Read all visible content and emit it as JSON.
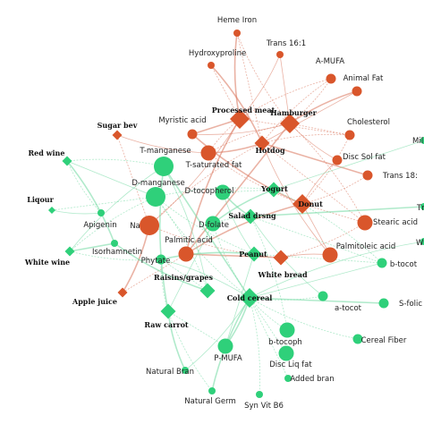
{
  "colors": {
    "harmful": "#d9562b",
    "harmful_edge": "#d9735a",
    "healthy": "#2fd07a",
    "healthy_edge": "#6fd9a0",
    "label": "#222222"
  },
  "network": {
    "nodes": [
      {
        "id": "heme-iron",
        "label": "Heme Iron",
        "group": "harmful",
        "shape": "circle",
        "size": "xs"
      },
      {
        "id": "trans-16-1",
        "label": "Trans 16:1",
        "group": "harmful",
        "shape": "circle",
        "size": "xs"
      },
      {
        "id": "hydroxyproline",
        "label": "Hydroxyproline",
        "group": "harmful",
        "shape": "circle",
        "size": "xs"
      },
      {
        "id": "a-mufa",
        "label": "A-MUFA",
        "group": "harmful",
        "shape": "circle",
        "size": "s"
      },
      {
        "id": "animal-fat",
        "label": "Animal Fat",
        "group": "harmful",
        "shape": "circle",
        "size": "s"
      },
      {
        "id": "processed-meat",
        "label": "Processed meat",
        "group": "harmful",
        "shape": "diamond",
        "size": "l",
        "type": "food"
      },
      {
        "id": "hamburger",
        "label": "Hamburger",
        "group": "harmful",
        "shape": "diamond",
        "size": "l",
        "type": "food"
      },
      {
        "id": "myristic-acid",
        "label": "Myristic acid",
        "group": "harmful",
        "shape": "circle",
        "size": "s"
      },
      {
        "id": "cholesterol",
        "label": "Cholesterol",
        "group": "harmful",
        "shape": "circle",
        "size": "s"
      },
      {
        "id": "sugar-bev",
        "label": "Sugar bev",
        "group": "harmful",
        "shape": "diamond",
        "size": "s",
        "type": "food"
      },
      {
        "id": "hotdog",
        "label": "Hotdog",
        "group": "harmful",
        "shape": "diamond",
        "size": "m",
        "type": "food"
      },
      {
        "id": "t-saturated-fat",
        "label": "T-saturated fat",
        "group": "harmful",
        "shape": "circle",
        "size": "m"
      },
      {
        "id": "disc-sol-fat",
        "label": "Disc Sol fat",
        "group": "harmful",
        "shape": "circle",
        "size": "s"
      },
      {
        "id": "trans-18",
        "label": "Trans 18:",
        "group": "harmful",
        "shape": "circle",
        "size": "s"
      },
      {
        "id": "donut",
        "label": "Donut",
        "group": "harmful",
        "shape": "diamond",
        "size": "l",
        "type": "food"
      },
      {
        "id": "na",
        "label": "Na",
        "group": "harmful",
        "shape": "circle",
        "size": "l"
      },
      {
        "id": "stearic-acid",
        "label": "Stearic acid",
        "group": "harmful",
        "shape": "circle",
        "size": "m"
      },
      {
        "id": "palmitic-acid",
        "label": "Palmitic acid",
        "group": "harmful",
        "shape": "circle",
        "size": "m"
      },
      {
        "id": "palmitoleic-acid",
        "label": "Palmitoleic acid",
        "group": "harmful",
        "shape": "circle",
        "size": "m"
      },
      {
        "id": "white-bread",
        "label": "White bread",
        "group": "harmful",
        "shape": "diamond",
        "size": "m",
        "type": "food"
      },
      {
        "id": "apple-juice",
        "label": "Apple juice",
        "group": "harmful",
        "shape": "diamond",
        "size": "s",
        "type": "food"
      },
      {
        "id": "mil",
        "label": "Mil",
        "group": "healthy",
        "shape": "circle",
        "size": "xs"
      },
      {
        "id": "red-wine",
        "label": "Red wine",
        "group": "healthy",
        "shape": "diamond",
        "size": "s",
        "type": "food"
      },
      {
        "id": "t-manganese",
        "label": "T-manganese",
        "group": "healthy",
        "shape": "circle",
        "size": "l"
      },
      {
        "id": "d-manganese",
        "label": "D-manganese",
        "group": "healthy",
        "shape": "circle",
        "size": "l"
      },
      {
        "id": "d-tocopherol",
        "label": "D-tocopherol",
        "group": "healthy",
        "shape": "circle",
        "size": "m"
      },
      {
        "id": "yogurt",
        "label": "Yogurt",
        "group": "healthy",
        "shape": "diamond",
        "size": "m",
        "type": "food"
      },
      {
        "id": "liqour",
        "label": "Liqour",
        "group": "healthy",
        "shape": "diamond",
        "size": "xs",
        "type": "food"
      },
      {
        "id": "apigenin",
        "label": "Apigenin",
        "group": "healthy",
        "shape": "circle",
        "size": "xs"
      },
      {
        "id": "salad-drsng",
        "label": "Salad drsng",
        "group": "healthy",
        "shape": "diamond",
        "size": "m",
        "type": "food"
      },
      {
        "id": "d-folate",
        "label": "D-folate",
        "group": "healthy",
        "shape": "circle",
        "size": "m"
      },
      {
        "id": "white-wine",
        "label": "White wine",
        "group": "healthy",
        "shape": "diamond",
        "size": "s",
        "type": "food"
      },
      {
        "id": "isorhamnetin",
        "label": "Isorhamnetin",
        "group": "healthy",
        "shape": "circle",
        "size": "xs"
      },
      {
        "id": "phytate",
        "label": "Phytate",
        "group": "healthy",
        "shape": "circle",
        "size": "s"
      },
      {
        "id": "peanut",
        "label": "Peanut",
        "group": "healthy",
        "shape": "diamond",
        "size": "m",
        "type": "food"
      },
      {
        "id": "b-tocot",
        "label": "b-tocot",
        "group": "healthy",
        "shape": "circle",
        "size": "s"
      },
      {
        "id": "raisins-grapes",
        "label": "Raisins/grapes",
        "group": "healthy",
        "shape": "diamond",
        "size": "m",
        "type": "food"
      },
      {
        "id": "cold-cereal",
        "label": "Cold cereal",
        "group": "healthy",
        "shape": "diamond",
        "size": "l",
        "type": "food"
      },
      {
        "id": "a-tocot",
        "label": "a-tocot",
        "group": "healthy",
        "shape": "circle",
        "size": "s"
      },
      {
        "id": "s-folic-acid",
        "label": "S-folic a",
        "group": "healthy",
        "shape": "circle",
        "size": "s"
      },
      {
        "id": "raw-carrot",
        "label": "Raw carrot",
        "group": "healthy",
        "shape": "diamond",
        "size": "m",
        "type": "food"
      },
      {
        "id": "b-tocoph",
        "label": "b-tocoph",
        "group": "healthy",
        "shape": "circle",
        "size": "m"
      },
      {
        "id": "cereal-fiber",
        "label": "Cereal Fiber",
        "group": "healthy",
        "shape": "circle",
        "size": "s"
      },
      {
        "id": "p-mufa",
        "label": "P-MUFA",
        "group": "healthy",
        "shape": "circle",
        "size": "m"
      },
      {
        "id": "disc-liq-fat",
        "label": "Disc Liq fat",
        "group": "healthy",
        "shape": "circle",
        "size": "m"
      },
      {
        "id": "natural-bran",
        "label": "Natural Bran",
        "group": "healthy",
        "shape": "circle",
        "size": "xs"
      },
      {
        "id": "added-bran",
        "label": "Added bran",
        "group": "healthy",
        "shape": "circle",
        "size": "xs"
      },
      {
        "id": "natural-germ",
        "label": "Natural Germ",
        "group": "healthy",
        "shape": "circle",
        "size": "xs"
      },
      {
        "id": "syn-vit-b6",
        "label": "Syn Vit B6",
        "group": "healthy",
        "shape": "circle",
        "size": "xs"
      },
      {
        "id": "wh",
        "label": "Wh",
        "group": "healthy",
        "shape": "circle",
        "size": "xs"
      },
      {
        "id": "tn",
        "label": "Tn",
        "group": "healthy",
        "shape": "circle",
        "size": "xs"
      }
    ],
    "edges": [
      [
        "processed-meat",
        "heme-iron"
      ],
      [
        "processed-meat",
        "hydroxyproline"
      ],
      [
        "processed-meat",
        "trans-16-1"
      ],
      [
        "processed-meat",
        "a-mufa"
      ],
      [
        "processed-meat",
        "myristic-acid"
      ],
      [
        "processed-meat",
        "t-saturated-fat"
      ],
      [
        "processed-meat",
        "na"
      ],
      [
        "processed-meat",
        "cholesterol"
      ],
      [
        "processed-meat",
        "palmitic-acid"
      ],
      [
        "hamburger",
        "heme-iron"
      ],
      [
        "hamburger",
        "trans-16-1"
      ],
      [
        "hamburger",
        "a-mufa"
      ],
      [
        "hamburger",
        "animal-fat"
      ],
      [
        "hamburger",
        "cholesterol"
      ],
      [
        "hamburger",
        "disc-sol-fat"
      ],
      [
        "hamburger",
        "stearic-acid"
      ],
      [
        "hamburger",
        "palmitic-acid"
      ],
      [
        "hamburger",
        "t-saturated-fat"
      ],
      [
        "hamburger",
        "myristic-acid"
      ],
      [
        "hotdog",
        "heme-iron"
      ],
      [
        "hotdog",
        "hydroxyproline"
      ],
      [
        "hotdog",
        "a-mufa"
      ],
      [
        "hotdog",
        "animal-fat"
      ],
      [
        "hotdog",
        "na"
      ],
      [
        "hotdog",
        "t-saturated-fat"
      ],
      [
        "hotdog",
        "stearic-acid"
      ],
      [
        "hotdog",
        "palmitoleic-acid"
      ],
      [
        "hotdog",
        "cholesterol"
      ],
      [
        "hotdog",
        "trans-18"
      ],
      [
        "donut",
        "trans-18"
      ],
      [
        "donut",
        "disc-sol-fat"
      ],
      [
        "donut",
        "stearic-acid"
      ],
      [
        "donut",
        "palmitic-acid"
      ],
      [
        "donut",
        "t-saturated-fat"
      ],
      [
        "donut",
        "palmitoleic-acid"
      ],
      [
        "donut",
        "cholesterol"
      ],
      [
        "donut",
        "myristic-acid"
      ],
      [
        "sugar-bev",
        "na"
      ],
      [
        "sugar-bev",
        "t-saturated-fat"
      ],
      [
        "white-bread",
        "na"
      ],
      [
        "white-bread",
        "palmitic-acid"
      ],
      [
        "white-bread",
        "stearic-acid"
      ],
      [
        "white-bread",
        "palmitoleic-acid"
      ],
      [
        "apple-juice",
        "palmitic-acid"
      ],
      [
        "apple-juice",
        "na"
      ],
      [
        "red-wine",
        "t-manganese"
      ],
      [
        "red-wine",
        "d-manganese"
      ],
      [
        "red-wine",
        "apigenin"
      ],
      [
        "red-wine",
        "isorhamnetin"
      ],
      [
        "liqour",
        "d-manganese"
      ],
      [
        "liqour",
        "apigenin"
      ],
      [
        "white-wine",
        "d-manganese"
      ],
      [
        "white-wine",
        "isorhamnetin"
      ],
      [
        "white-wine",
        "phytate"
      ],
      [
        "white-wine",
        "t-manganese"
      ],
      [
        "yogurt",
        "d-tocopherol"
      ],
      [
        "yogurt",
        "d-folate"
      ],
      [
        "yogurt",
        "b-tocot"
      ],
      [
        "yogurt",
        "mil"
      ],
      [
        "yogurt",
        "d-manganese"
      ],
      [
        "salad-drsng",
        "d-tocopherol"
      ],
      [
        "salad-drsng",
        "b-tocot"
      ],
      [
        "salad-drsng",
        "a-tocot"
      ],
      [
        "salad-drsng",
        "b-tocoph"
      ],
      [
        "salad-drsng",
        "tn"
      ],
      [
        "salad-drsng",
        "d-folate"
      ],
      [
        "peanut",
        "d-tocopherol"
      ],
      [
        "peanut",
        "b-tocot"
      ],
      [
        "peanut",
        "phytate"
      ],
      [
        "peanut",
        "d-manganese"
      ],
      [
        "peanut",
        "p-mufa"
      ],
      [
        "raisins-grapes",
        "d-manganese"
      ],
      [
        "raisins-grapes",
        "isorhamnetin"
      ],
      [
        "raisins-grapes",
        "phytate"
      ],
      [
        "raisins-grapes",
        "t-manganese"
      ],
      [
        "cold-cereal",
        "d-folate"
      ],
      [
        "cold-cereal",
        "s-folic-acid"
      ],
      [
        "cold-cereal",
        "cereal-fiber"
      ],
      [
        "cold-cereal",
        "natural-bran"
      ],
      [
        "cold-cereal",
        "added-bran"
      ],
      [
        "cold-cereal",
        "natural-germ"
      ],
      [
        "cold-cereal",
        "syn-vit-b6"
      ],
      [
        "cold-cereal",
        "b-tocot"
      ],
      [
        "cold-cereal",
        "a-tocot"
      ],
      [
        "cold-cereal",
        "p-mufa"
      ],
      [
        "cold-cereal",
        "disc-liq-fat"
      ],
      [
        "cold-cereal",
        "phytate"
      ],
      [
        "cold-cereal",
        "d-manganese"
      ],
      [
        "cold-cereal",
        "t-manganese"
      ],
      [
        "cold-cereal",
        "b-tocoph"
      ],
      [
        "cold-cereal",
        "wh"
      ],
      [
        "raw-carrot",
        "p-mufa"
      ],
      [
        "raw-carrot",
        "natural-bran"
      ],
      [
        "raw-carrot",
        "phytate"
      ],
      [
        "raw-carrot",
        "d-folate"
      ],
      [
        "raw-carrot",
        "natural-germ"
      ],
      [
        "raw-carrot",
        "t-manganese"
      ]
    ]
  }
}
